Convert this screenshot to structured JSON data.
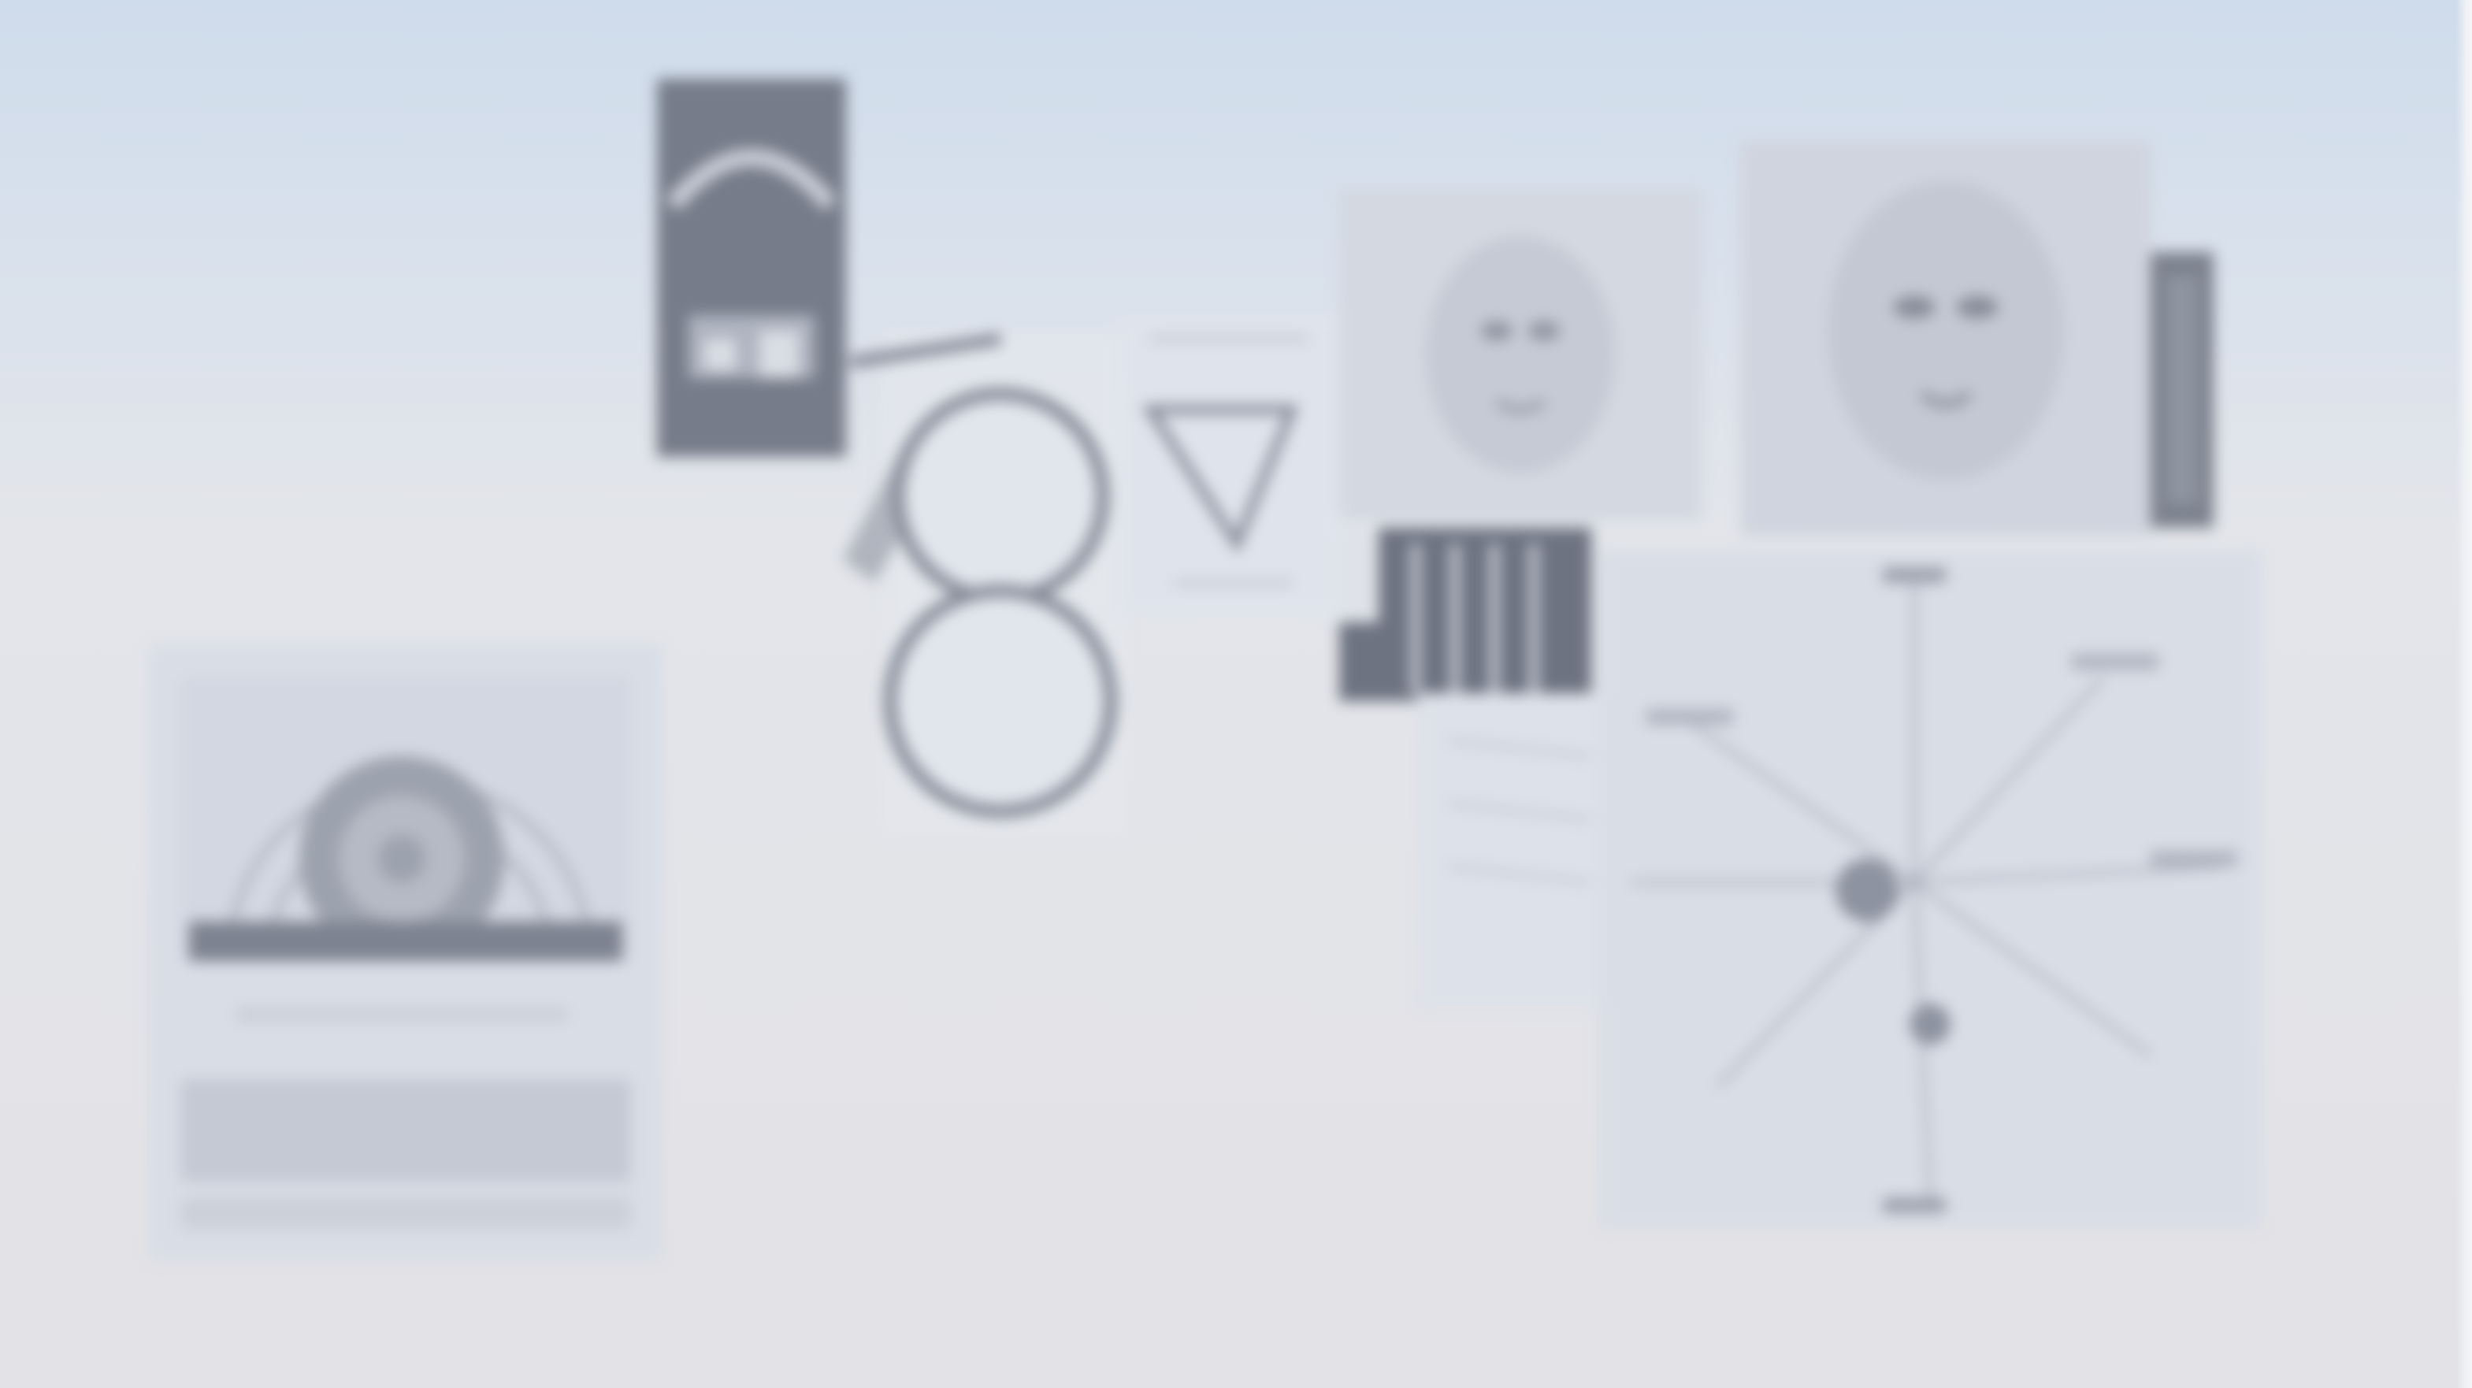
{
  "desktop": {
    "items": [
      {
        "id": "dark-tile-poster",
        "icon": "image-thumbnail-icon"
      },
      {
        "id": "double-ring-sketch",
        "icon": "circles-drawing-icon"
      },
      {
        "id": "funnel-sketch",
        "icon": "triangle-drawing-icon"
      },
      {
        "id": "portrait-sketch-1",
        "icon": "portrait-image-icon"
      },
      {
        "id": "portrait-sketch-2",
        "icon": "portrait-image-icon"
      },
      {
        "id": "narrow-dark-strip",
        "icon": "image-strip-icon"
      },
      {
        "id": "barcode-tile",
        "icon": "barcode-icon"
      },
      {
        "id": "radial-diagram",
        "icon": "network-diagram-icon"
      },
      {
        "id": "rainbow-document",
        "icon": "document-icon"
      },
      {
        "id": "side-diagram",
        "icon": "diagram-icon"
      }
    ],
    "colors": {
      "sky_top": "#cfdceb",
      "sky_bottom": "#e3e2e6",
      "ink": "#6b7180",
      "paper": "#e6e9f0"
    }
  }
}
